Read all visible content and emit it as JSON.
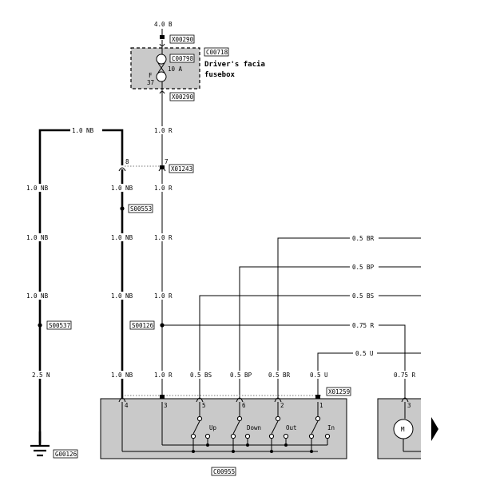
{
  "fusebox": {
    "supply_label": "4.0 B",
    "top_connector": "X00290",
    "box_code": "C00718",
    "fuse_code": "C00798",
    "fuse_rating": "10 A",
    "fuse_letter": "F",
    "fuse_number": "37",
    "title_line1": "Driver's facia",
    "title_line2": "fusebox",
    "bottom_connector": "X00290"
  },
  "wires": {
    "top_nb": "1.0 NB",
    "r_1": "1.0 R",
    "pin_8": "8",
    "pin_7": "7",
    "connector_mid": "X01243",
    "left": [
      "1.0 NB",
      "1.0 NB",
      "1.0 NB",
      "2.5 N"
    ],
    "thick": [
      "1.0 NB",
      "1.0 NB",
      "1.0 NB",
      "1.0 NB"
    ],
    "red": [
      "1.0 R",
      "1.0 R",
      "1.0 R",
      "1.0 R"
    ],
    "splice_s00553": "S00553",
    "splice_s00537": "S00537",
    "splice_s00126": "S00126",
    "h_br": "0.5 BR",
    "h_bp": "0.5 BP",
    "h_bs": "0.5 BS",
    "h_r": "0.75 R",
    "h_u": "0.5 U",
    "v_bs": "0.5 BS",
    "v_bp": "0.5 BP",
    "v_br": "0.5 BR",
    "v_u": "0.5 U",
    "v_r": "0.75 R"
  },
  "switch_unit": {
    "connector": "X01259",
    "pins": [
      "4",
      "3",
      "5",
      "6",
      "2",
      "1"
    ],
    "labels": [
      "Up",
      "Down",
      "Out",
      "In"
    ],
    "code": "C00955",
    "ground_code": "G00126"
  },
  "motor": {
    "pin": "3",
    "symbol": "M"
  }
}
